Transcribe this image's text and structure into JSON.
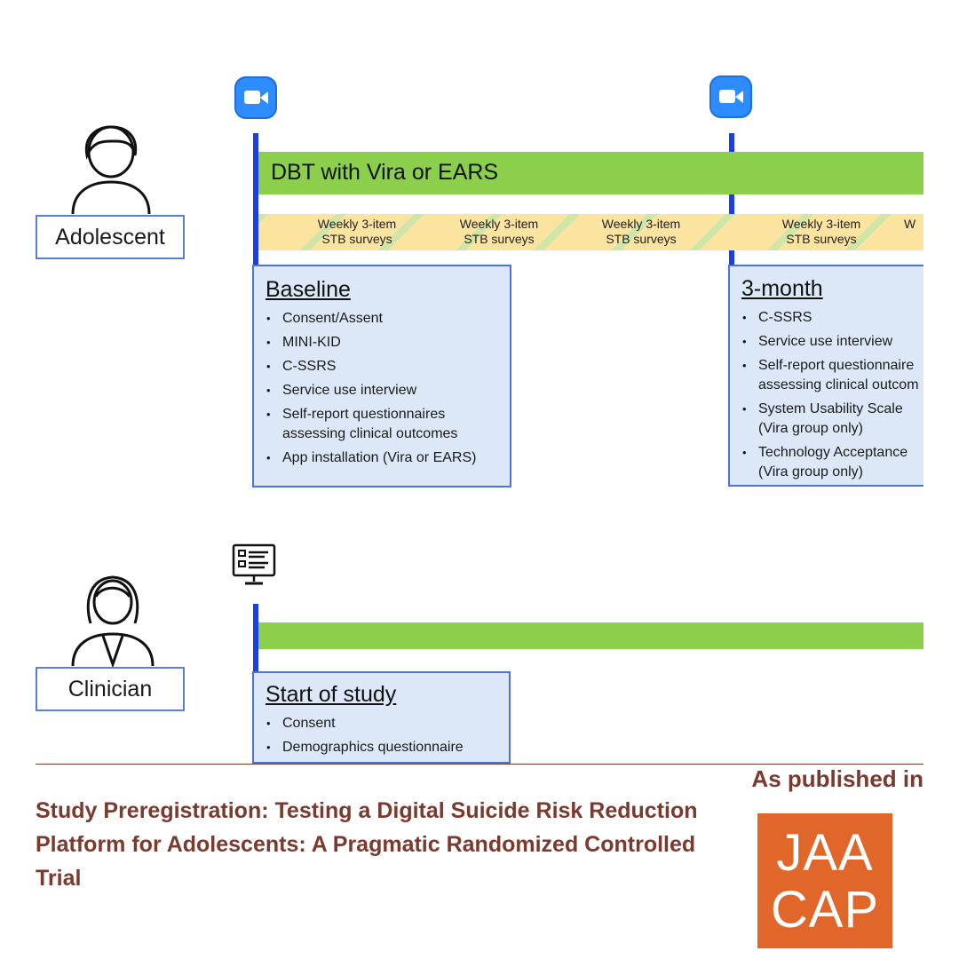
{
  "roles": {
    "adolescent": "Adolescent",
    "clinician": "Clinician"
  },
  "timeline": {
    "green_bar_label": "DBT with Vira or EARS",
    "survey_label_line1": "Weekly 3-item",
    "survey_label_line2": "STB surveys",
    "survey_partial": "W"
  },
  "baseline": {
    "title": "Baseline",
    "items": [
      "Consent/Assent",
      "MINI-KID",
      "C-SSRS",
      "Service use interview",
      [
        "Self-report questionnaires",
        "assessing clinical outcomes"
      ],
      "App installation (Vira or EARS)"
    ]
  },
  "three_month": {
    "title": "3-month",
    "items": [
      "C-SSRS",
      "Service use interview",
      [
        "Self-report questionnaire",
        "assessing clinical outcom"
      ],
      [
        "System Usability Scale",
        "(Vira group only)"
      ],
      [
        "Technology Acceptance",
        "(Vira group only)"
      ]
    ]
  },
  "start_of_study": {
    "title": "Start of study",
    "items": [
      "Consent",
      "Demographics questionnaire"
    ]
  },
  "icons": {
    "video": "zoom-video-icon",
    "survey": "online-survey-icon",
    "adolescent": "person-icon",
    "clinician": "person-female-icon"
  },
  "colors": {
    "green_bar": "#8ccf4d",
    "timeline_line": "#1b3fe0",
    "info_box_bg": "#dce8f7",
    "accent_text": "#7a3a2e",
    "journal_logo": "#e0662a"
  },
  "footer": {
    "title": "Study Preregistration: Testing a Digital Suicide Risk Reduction Platform for Adolescents: A Pragmatic Randomized Controlled Trial",
    "published_label": "As published in",
    "journal_line1": "JAA",
    "journal_line2": "CAP"
  }
}
